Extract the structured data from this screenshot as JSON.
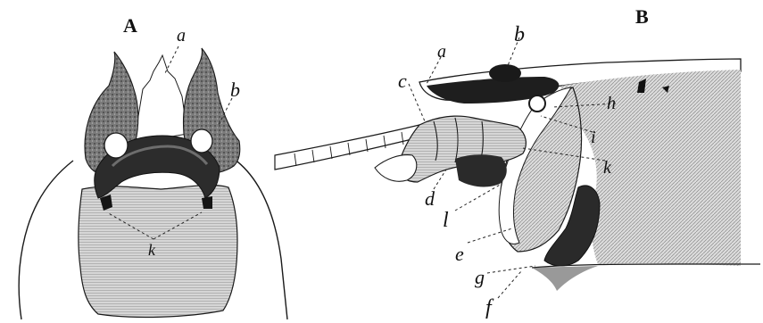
{
  "figure": {
    "panels": [
      {
        "id": "A",
        "label": "A",
        "parts": [
          {
            "id": "a",
            "label": "a"
          },
          {
            "id": "b",
            "label": "b"
          },
          {
            "id": "k",
            "label": "k"
          }
        ]
      },
      {
        "id": "B",
        "label": "B",
        "parts": [
          {
            "id": "a",
            "label": "a"
          },
          {
            "id": "b",
            "label": "b"
          },
          {
            "id": "c",
            "label": "c"
          },
          {
            "id": "h",
            "label": "h"
          },
          {
            "id": "i",
            "label": "i"
          },
          {
            "id": "k",
            "label": "k"
          },
          {
            "id": "d",
            "label": "d"
          },
          {
            "id": "l",
            "label": "l"
          },
          {
            "id": "e",
            "label": "e"
          },
          {
            "id": "g",
            "label": "g"
          },
          {
            "id": "f",
            "label": "f"
          }
        ]
      }
    ],
    "colors": {
      "ink": "#1a1a1a",
      "shade_dark": "#2a2a2a",
      "shade_mid": "#6e6e6e",
      "shade_light": "#b8b8b8",
      "paper": "#ffffff"
    }
  }
}
